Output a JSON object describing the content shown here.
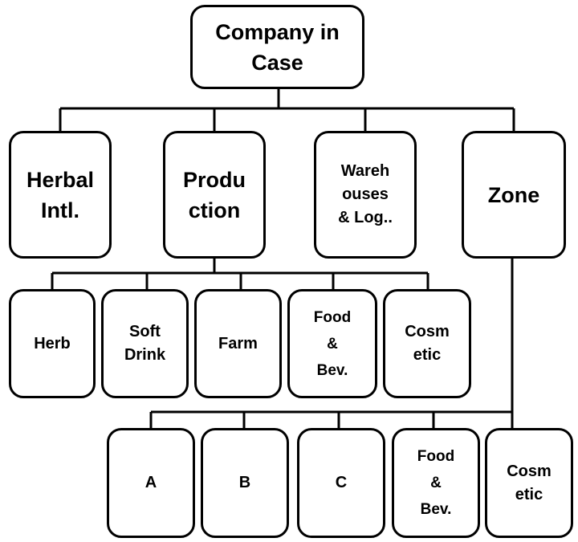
{
  "root": {
    "label": "Company in\nCase"
  },
  "level1": {
    "herbal": "Herbal\nIntl.",
    "production": "Produ\nction",
    "warehouses": "Wareh\nouses\n& Log..",
    "zone": "Zone"
  },
  "production_children": {
    "herb": "Herb",
    "soft_drink": "Soft\nDrink",
    "farm": "Farm",
    "food_bev": "Food\n&\nBev.",
    "cosmetic": "Cosm\netic"
  },
  "zone_children": {
    "a": "A",
    "b": "B",
    "c": "C",
    "food_bev": "Food\n&\nBev.",
    "cosmetic": "Cosm\netic"
  }
}
